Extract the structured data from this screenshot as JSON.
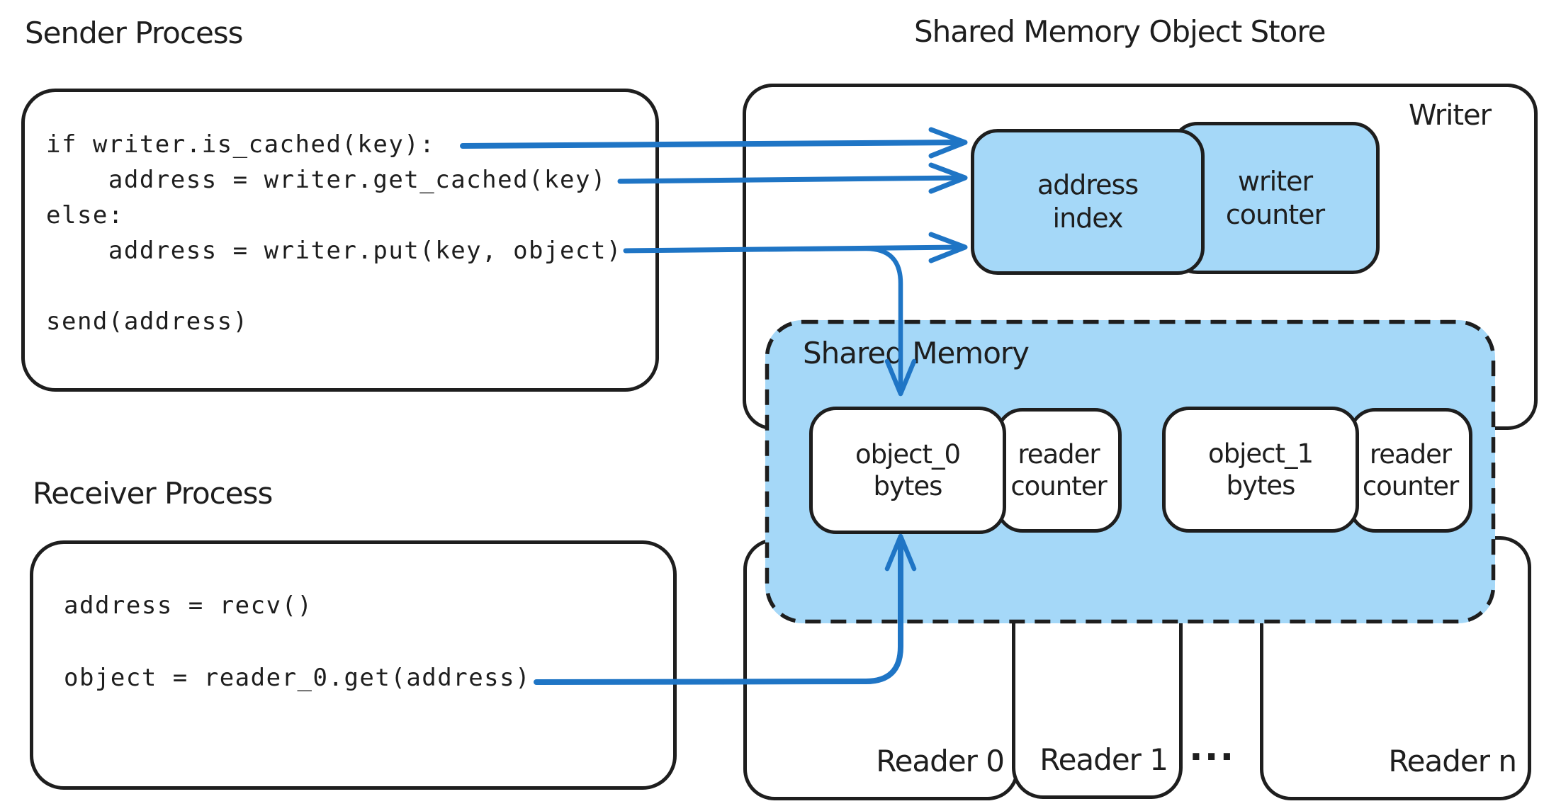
{
  "colors": {
    "ink": "#1e1e1e",
    "box_fill_blue": "#a5d8f8",
    "arrow_blue": "#1f75c5",
    "background": "#ffffff"
  },
  "sender": {
    "title": "Sender Process",
    "code": [
      "if writer.is_cached(key):",
      "    address = writer.get_cached(key)",
      "else:",
      "    address = writer.put(key, object)",
      "",
      "send(address)"
    ]
  },
  "receiver": {
    "title": "Receiver Process",
    "code": [
      "address = recv()",
      "",
      "object = reader_0.get(address)"
    ]
  },
  "store": {
    "title": "Shared Memory Object Store",
    "writer_label": "Writer",
    "writer_cells": [
      {
        "line1": "address",
        "line2": "index"
      },
      {
        "line1": "writer",
        "line2": "counter"
      }
    ],
    "shared_memory": {
      "label": "Shared Memory",
      "cells": [
        {
          "line1": "object_0",
          "line2": "bytes"
        },
        {
          "line1": "reader",
          "line2": "counter"
        },
        {
          "line1": "object_1",
          "line2": "bytes"
        },
        {
          "line1": "reader",
          "line2": "counter"
        }
      ]
    },
    "readers": {
      "r0": "Reader 0",
      "r1": "Reader 1",
      "ellipsis": "...",
      "rn": "Reader n"
    }
  }
}
